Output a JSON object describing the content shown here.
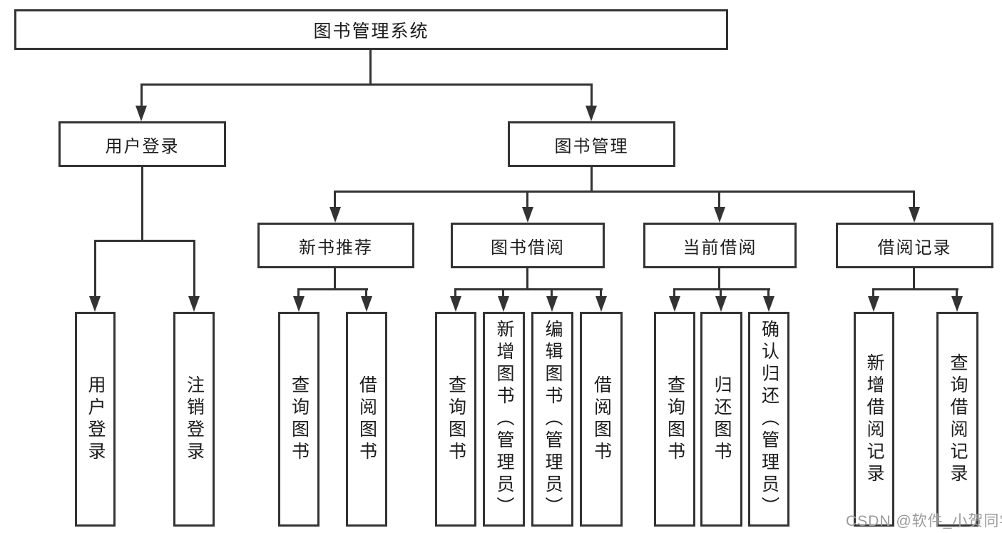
{
  "diagram": {
    "type": "hierarchy-tree",
    "watermark": "CSDN @软件_小贺同学",
    "colors": {
      "background": "#ffffff",
      "box_border": "#333333",
      "connector_line": "#333333",
      "text": "#1c1c1c",
      "watermark_text": "#9b9b9b"
    },
    "tree": {
      "label": "图书管理系统",
      "children": [
        {
          "label": "用户登录",
          "children": [
            {
              "label": "用户登录"
            },
            {
              "label": "注销登录"
            }
          ]
        },
        {
          "label": "图书管理",
          "children": [
            {
              "label": "新书推荐",
              "children": [
                {
                  "label": "查询图书"
                },
                {
                  "label": "借阅图书"
                }
              ]
            },
            {
              "label": "图书借阅",
              "children": [
                {
                  "label": "查询图书"
                },
                {
                  "label": "新增图书（管理员）"
                },
                {
                  "label": "编辑图书（管理员）"
                },
                {
                  "label": "借阅图书"
                }
              ]
            },
            {
              "label": "当前借阅",
              "children": [
                {
                  "label": "查询图书"
                },
                {
                  "label": "归还图书"
                },
                {
                  "label": "确认归还（管理员）"
                }
              ]
            },
            {
              "label": "借阅记录",
              "children": [
                {
                  "label": "新增借阅记录"
                },
                {
                  "label": "查询借阅记录"
                }
              ]
            }
          ]
        }
      ]
    }
  }
}
